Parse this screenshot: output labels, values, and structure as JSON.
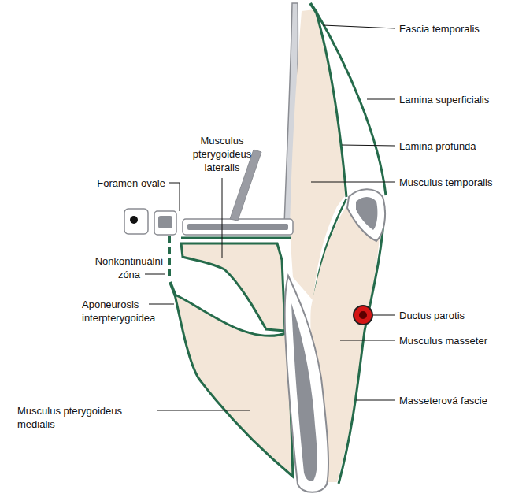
{
  "diagram": {
    "labels": [
      "Fascia temporalis",
      "Lamina superficialis",
      "Lamina profunda",
      "Musculus temporalis",
      "Musculus pterygoideus lateralis",
      "Foramen ovale",
      "Nonkontinuální zóna",
      "Aponeurosis interpterygoidea",
      "Ductus parotis",
      "Musculus masseter",
      "Masseterová fascie",
      "Musculus pterygoideus medialis"
    ]
  }
}
